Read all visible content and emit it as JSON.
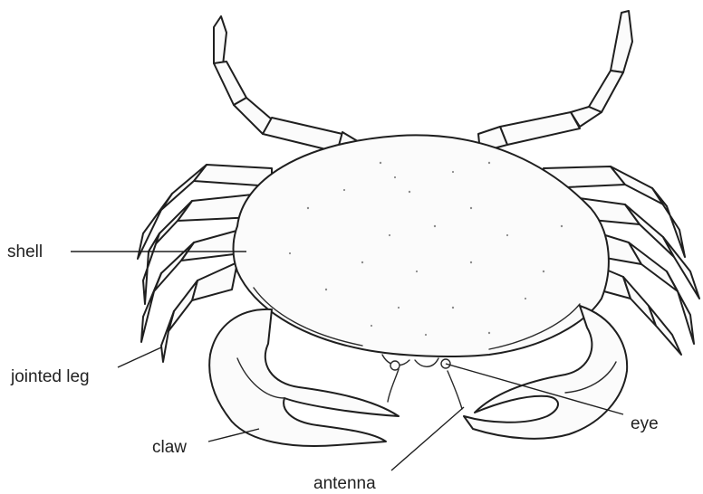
{
  "labels": {
    "shell": "shell",
    "jointed_leg": "jointed leg",
    "claw": "claw",
    "antenna": "antenna",
    "eye": "eye"
  },
  "colors": {
    "ink": "#1f1f1f",
    "background": "#ffffff"
  }
}
